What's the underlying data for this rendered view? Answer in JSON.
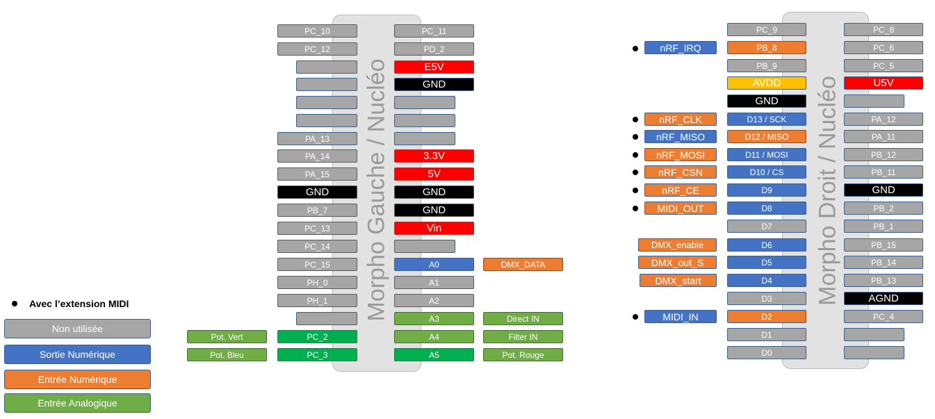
{
  "boards": {
    "left_title": "Morpho Gauche / Nucléo",
    "right_title": "Morpho Droit / Nucléo"
  },
  "colors": {
    "gray": "#a6a6a6",
    "black": "#000000",
    "red": "#ff0000",
    "yellow": "#ffc000",
    "blue": "#4472c4",
    "orange": "#ed7d31",
    "light_green": "#70ad47",
    "green": "#00b050"
  },
  "left": {
    "col1": [
      "PC_10",
      "PC_12",
      "",
      "",
      "",
      "",
      "PA_13",
      "PA_14",
      "PA_15",
      "GND",
      "PB_7",
      "PC_13",
      "PC_14",
      "PC_15",
      "PH_0",
      "PH_1",
      "",
      "PC_2",
      "PC_3"
    ],
    "col2": [
      "PC_11",
      "PD_2",
      "E5V",
      "GND",
      "",
      "",
      "",
      "3.3V",
      "5V",
      "GND",
      "GND",
      "Vin",
      "",
      "A0",
      "A1",
      "A2",
      "A3",
      "A4",
      "A5"
    ],
    "ext_right": {
      "dmx_data": "DMX_DATA",
      "direct_in": "Direct IN",
      "filter_in": "Filter IN",
      "pot_rouge": "Pot. Rouge"
    },
    "ext_left": {
      "pot_vert": "Pot. Vert",
      "pot_bleu": "Pot. Bleu"
    }
  },
  "right": {
    "col1": [
      "PC_9",
      "PB_8",
      "PB_9",
      "AVDD",
      "GND",
      "D13 / SCK",
      "D12 / MISO",
      "D11 / MOSI",
      "D10 / CS",
      "D9",
      "D8",
      "D7",
      "D6",
      "D5",
      "D4",
      "D3",
      "D2",
      "D1",
      "D0"
    ],
    "col2": [
      "PC_8",
      "PC_6",
      "PC_5",
      "U5V",
      "",
      "PA_12",
      "PA_11",
      "PB_12",
      "PB_11",
      "GND",
      "PB_2",
      "PB_1",
      "PB_15",
      "PB_14",
      "PB_13",
      "AGND",
      "PC_4",
      "",
      ""
    ],
    "ext": {
      "nrf_irq": "nRF_IRQ",
      "nrf_clk": "nRF_CLK",
      "nrf_miso": "nRF_MISO",
      "nrf_mosi": "nRF_MOSI",
      "nrf_csn": "nRF_CSN",
      "nrf_ce": "nRF_CE",
      "midi_out": "MIDI_OUT",
      "dmx_enable": "DMX_enable",
      "dmx_out_s": "DMX_out_S",
      "dmx_start": "DMX_start",
      "midi_in": "MIDI_IN"
    }
  },
  "legend": {
    "title": "Avec l’extension MIDI",
    "items": [
      "Non utilisée",
      "Sortie Numérique",
      "Entrée Numérique",
      "Entrée Analogique"
    ]
  }
}
